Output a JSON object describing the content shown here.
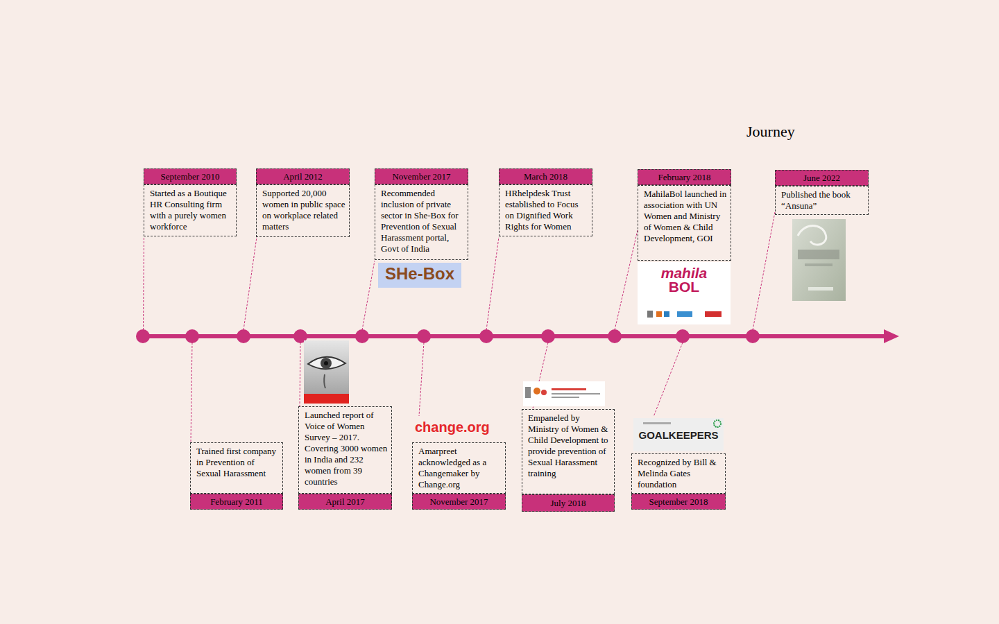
{
  "diagram": {
    "title": "Journey",
    "nodes": [
      {
        "text": [
          "September 2010",
          "Started as a Boutique HR Consulting firm with a purely women workforce"
        ]
      },
      {
        "text": [
          "February 2011",
          "Trained first company in Prevention of Sexual Harassment"
        ]
      },
      {
        "text": [
          "April 2012",
          "Supported 20,000 women in public space on workplace related matters"
        ]
      },
      {
        "text": [
          "April 2017",
          "Launched report of Voice of Women Survey – 2017. Covering 3000 women in India and 232 women from 39 countries"
        ]
      },
      {
        "text": [
          "November 2017",
          "Recommended inclusion of private sector in She-Box for Prevention of Sexual Harassment portal, Govt of India"
        ]
      },
      {
        "text": [
          "November 2017",
          "Amarpreet acknowledged as a Changemaker by Change.org"
        ]
      },
      {
        "text": [
          "March 2018",
          "HRhelpdesk Trust established to Focus on Dignified Work Rights for Women"
        ]
      },
      {
        "text": [
          "July 2018",
          "Empaneled by Ministry of Women & Child Development to provide prevention of Sexual Harassment training"
        ]
      },
      {
        "text": [
          "February 2018",
          "MahilaBol launched in association with UN Women and Ministry of Women & Child Development, GOI"
        ]
      },
      {
        "text": [
          "September 2018",
          "Recognized by Bill & Melinda Gates foundation"
        ]
      },
      {
        "text": [
          "June 2022",
          "Published the book “Ansuna”"
        ]
      }
    ],
    "labels": [
      "SHe-Box",
      "mahila",
      "BOL",
      "change.org",
      "GOALKEEPERS"
    ]
  }
}
